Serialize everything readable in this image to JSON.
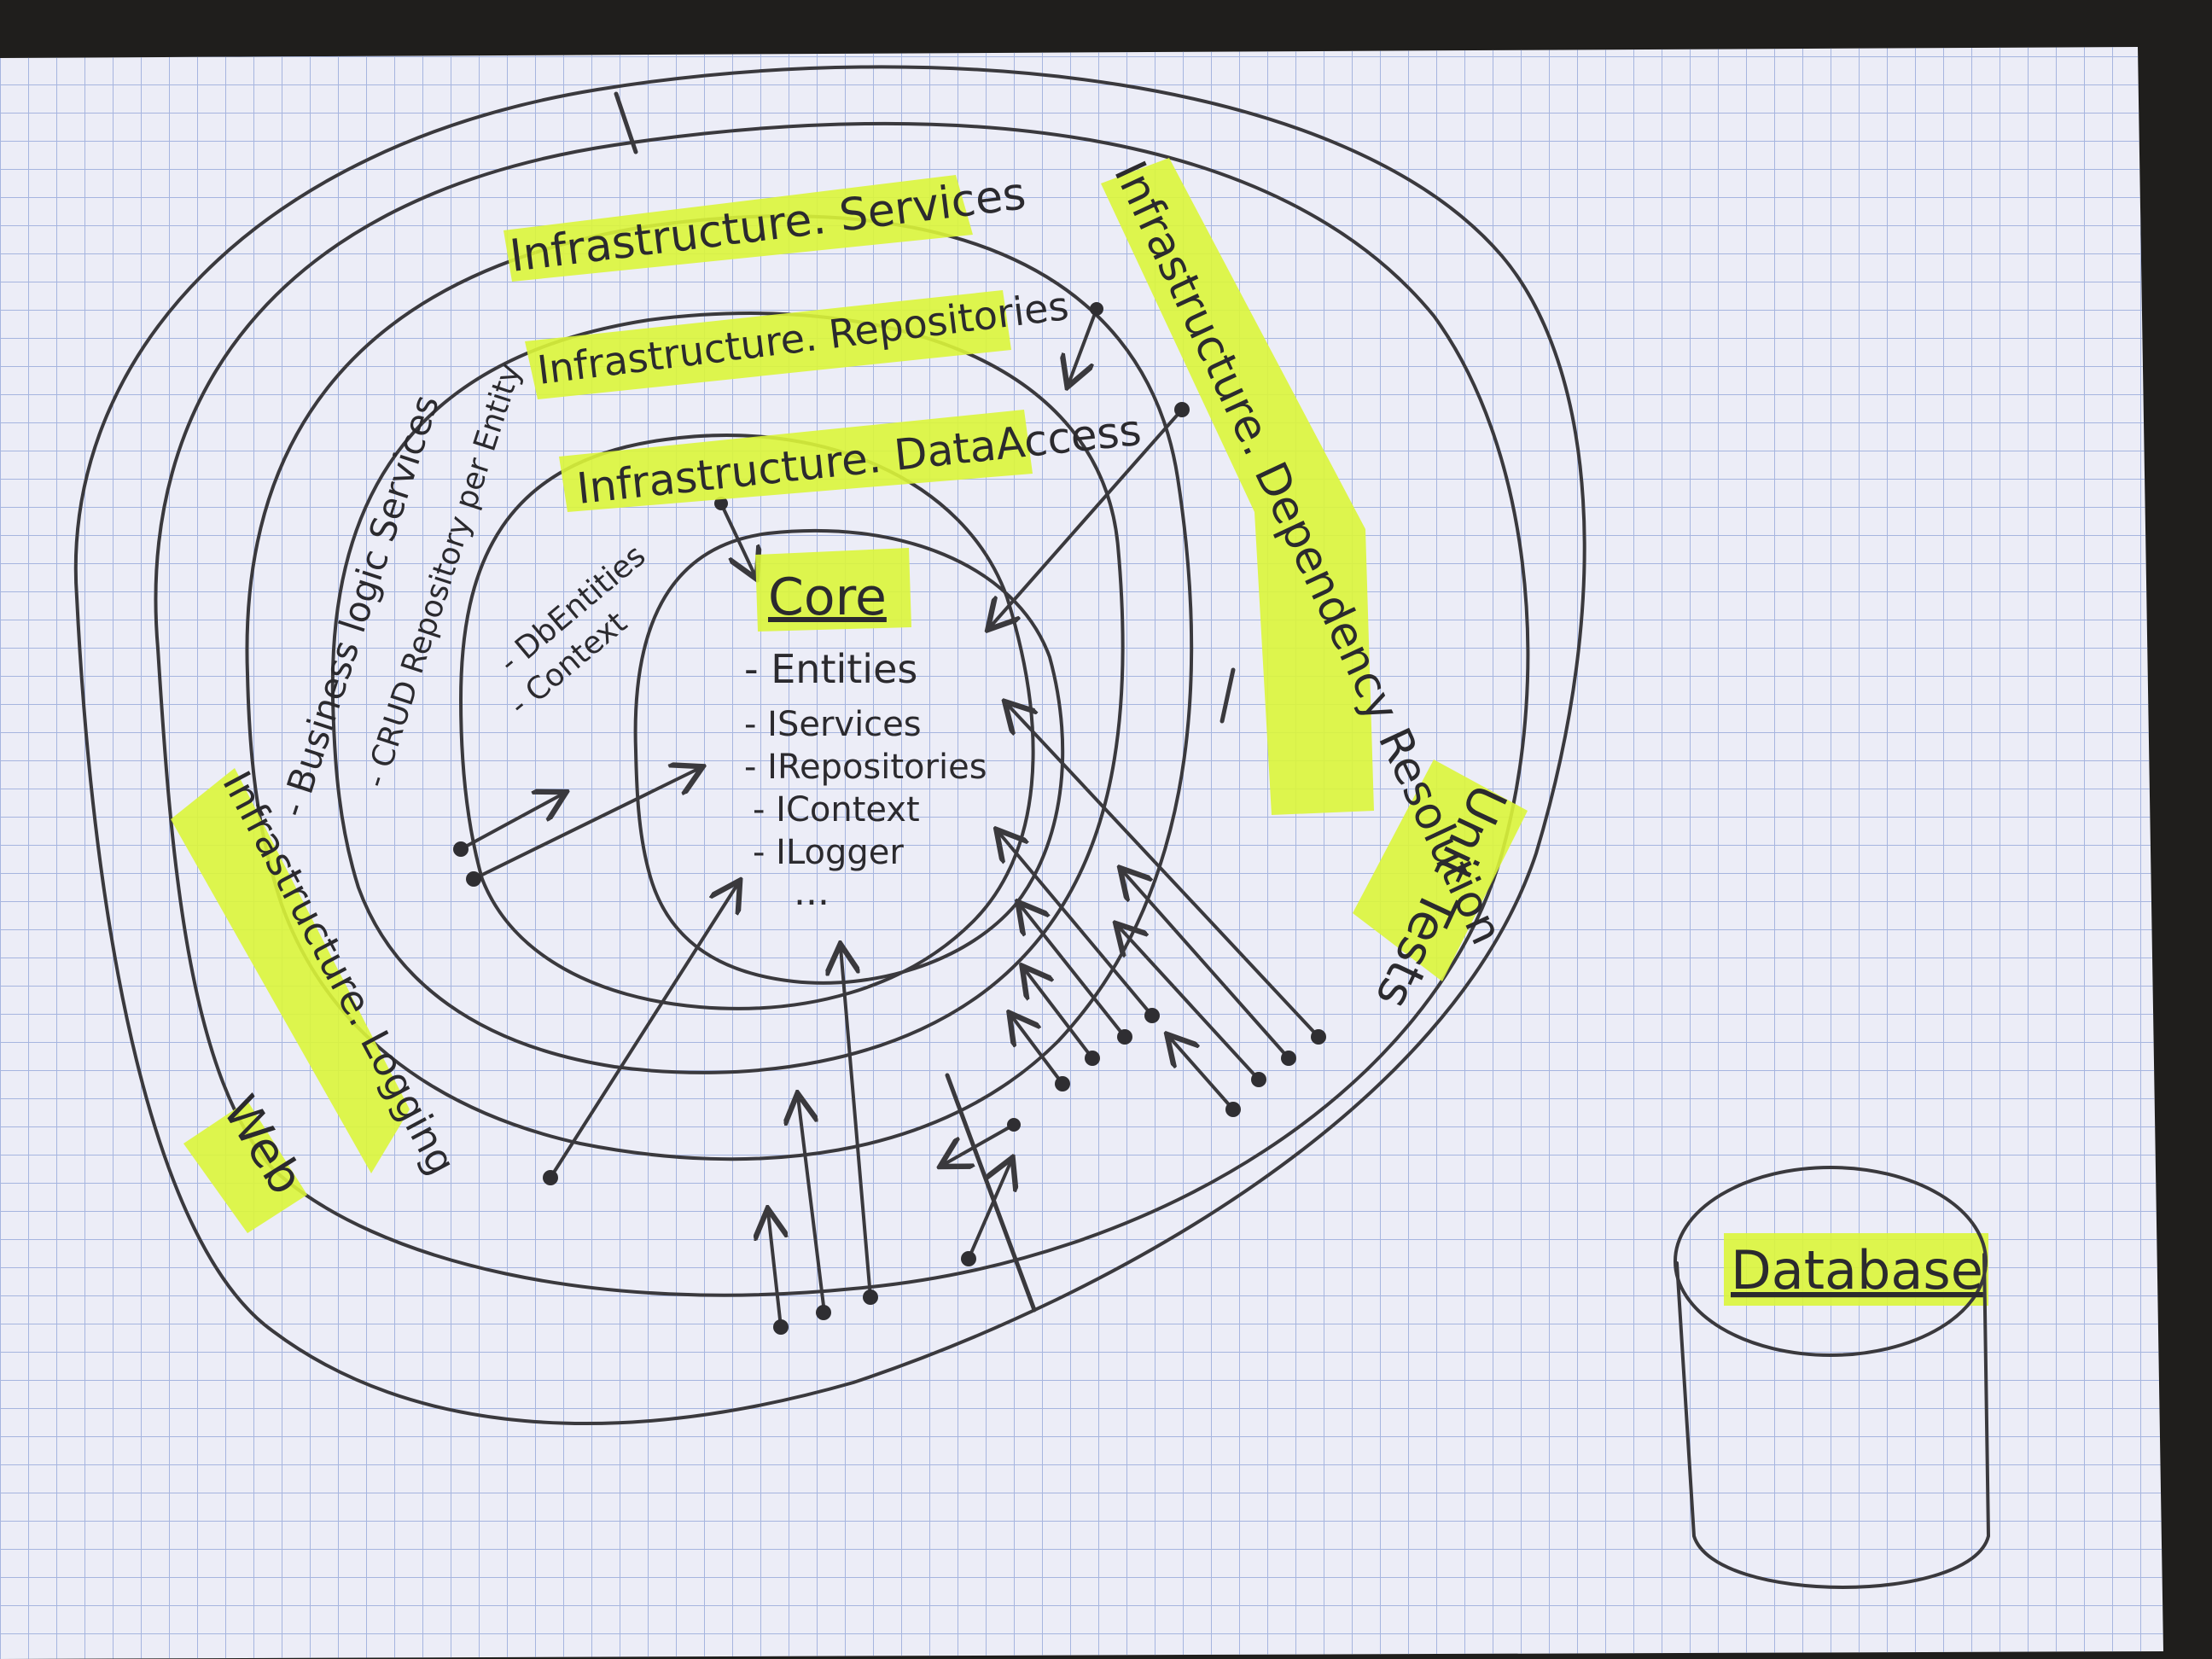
{
  "layers": {
    "infrastructure_services": "Infrastructure. Services",
    "infrastructure_repositories": "Infrastructure. Repositories",
    "infrastructure_data_access": "Infrastructure. DataAccess",
    "infrastructure_dependency_resolution": "Infrastructure. Dependency Resolution",
    "infrastructure_logging": "Infrastructure. Logging",
    "web": "Web",
    "unit_tests": "Unit Tests",
    "core": "Core"
  },
  "notes": {
    "business_logic_services": "- Business logic Services",
    "crud_repository": "- CRUD Repository per Entity",
    "db_entities": "- DbEntities",
    "context": "- Context"
  },
  "core_items": [
    "- Entities",
    "- IServices",
    "- IRepositories",
    "- IContext",
    "- ILogger",
    "..."
  ],
  "database": {
    "label": "Database"
  },
  "colors": {
    "paper": "#ecedf7",
    "grid": "#8fa3d6",
    "highlight": "#dcf53a",
    "ink": "#3a393d",
    "table": "#1f1e1c"
  }
}
